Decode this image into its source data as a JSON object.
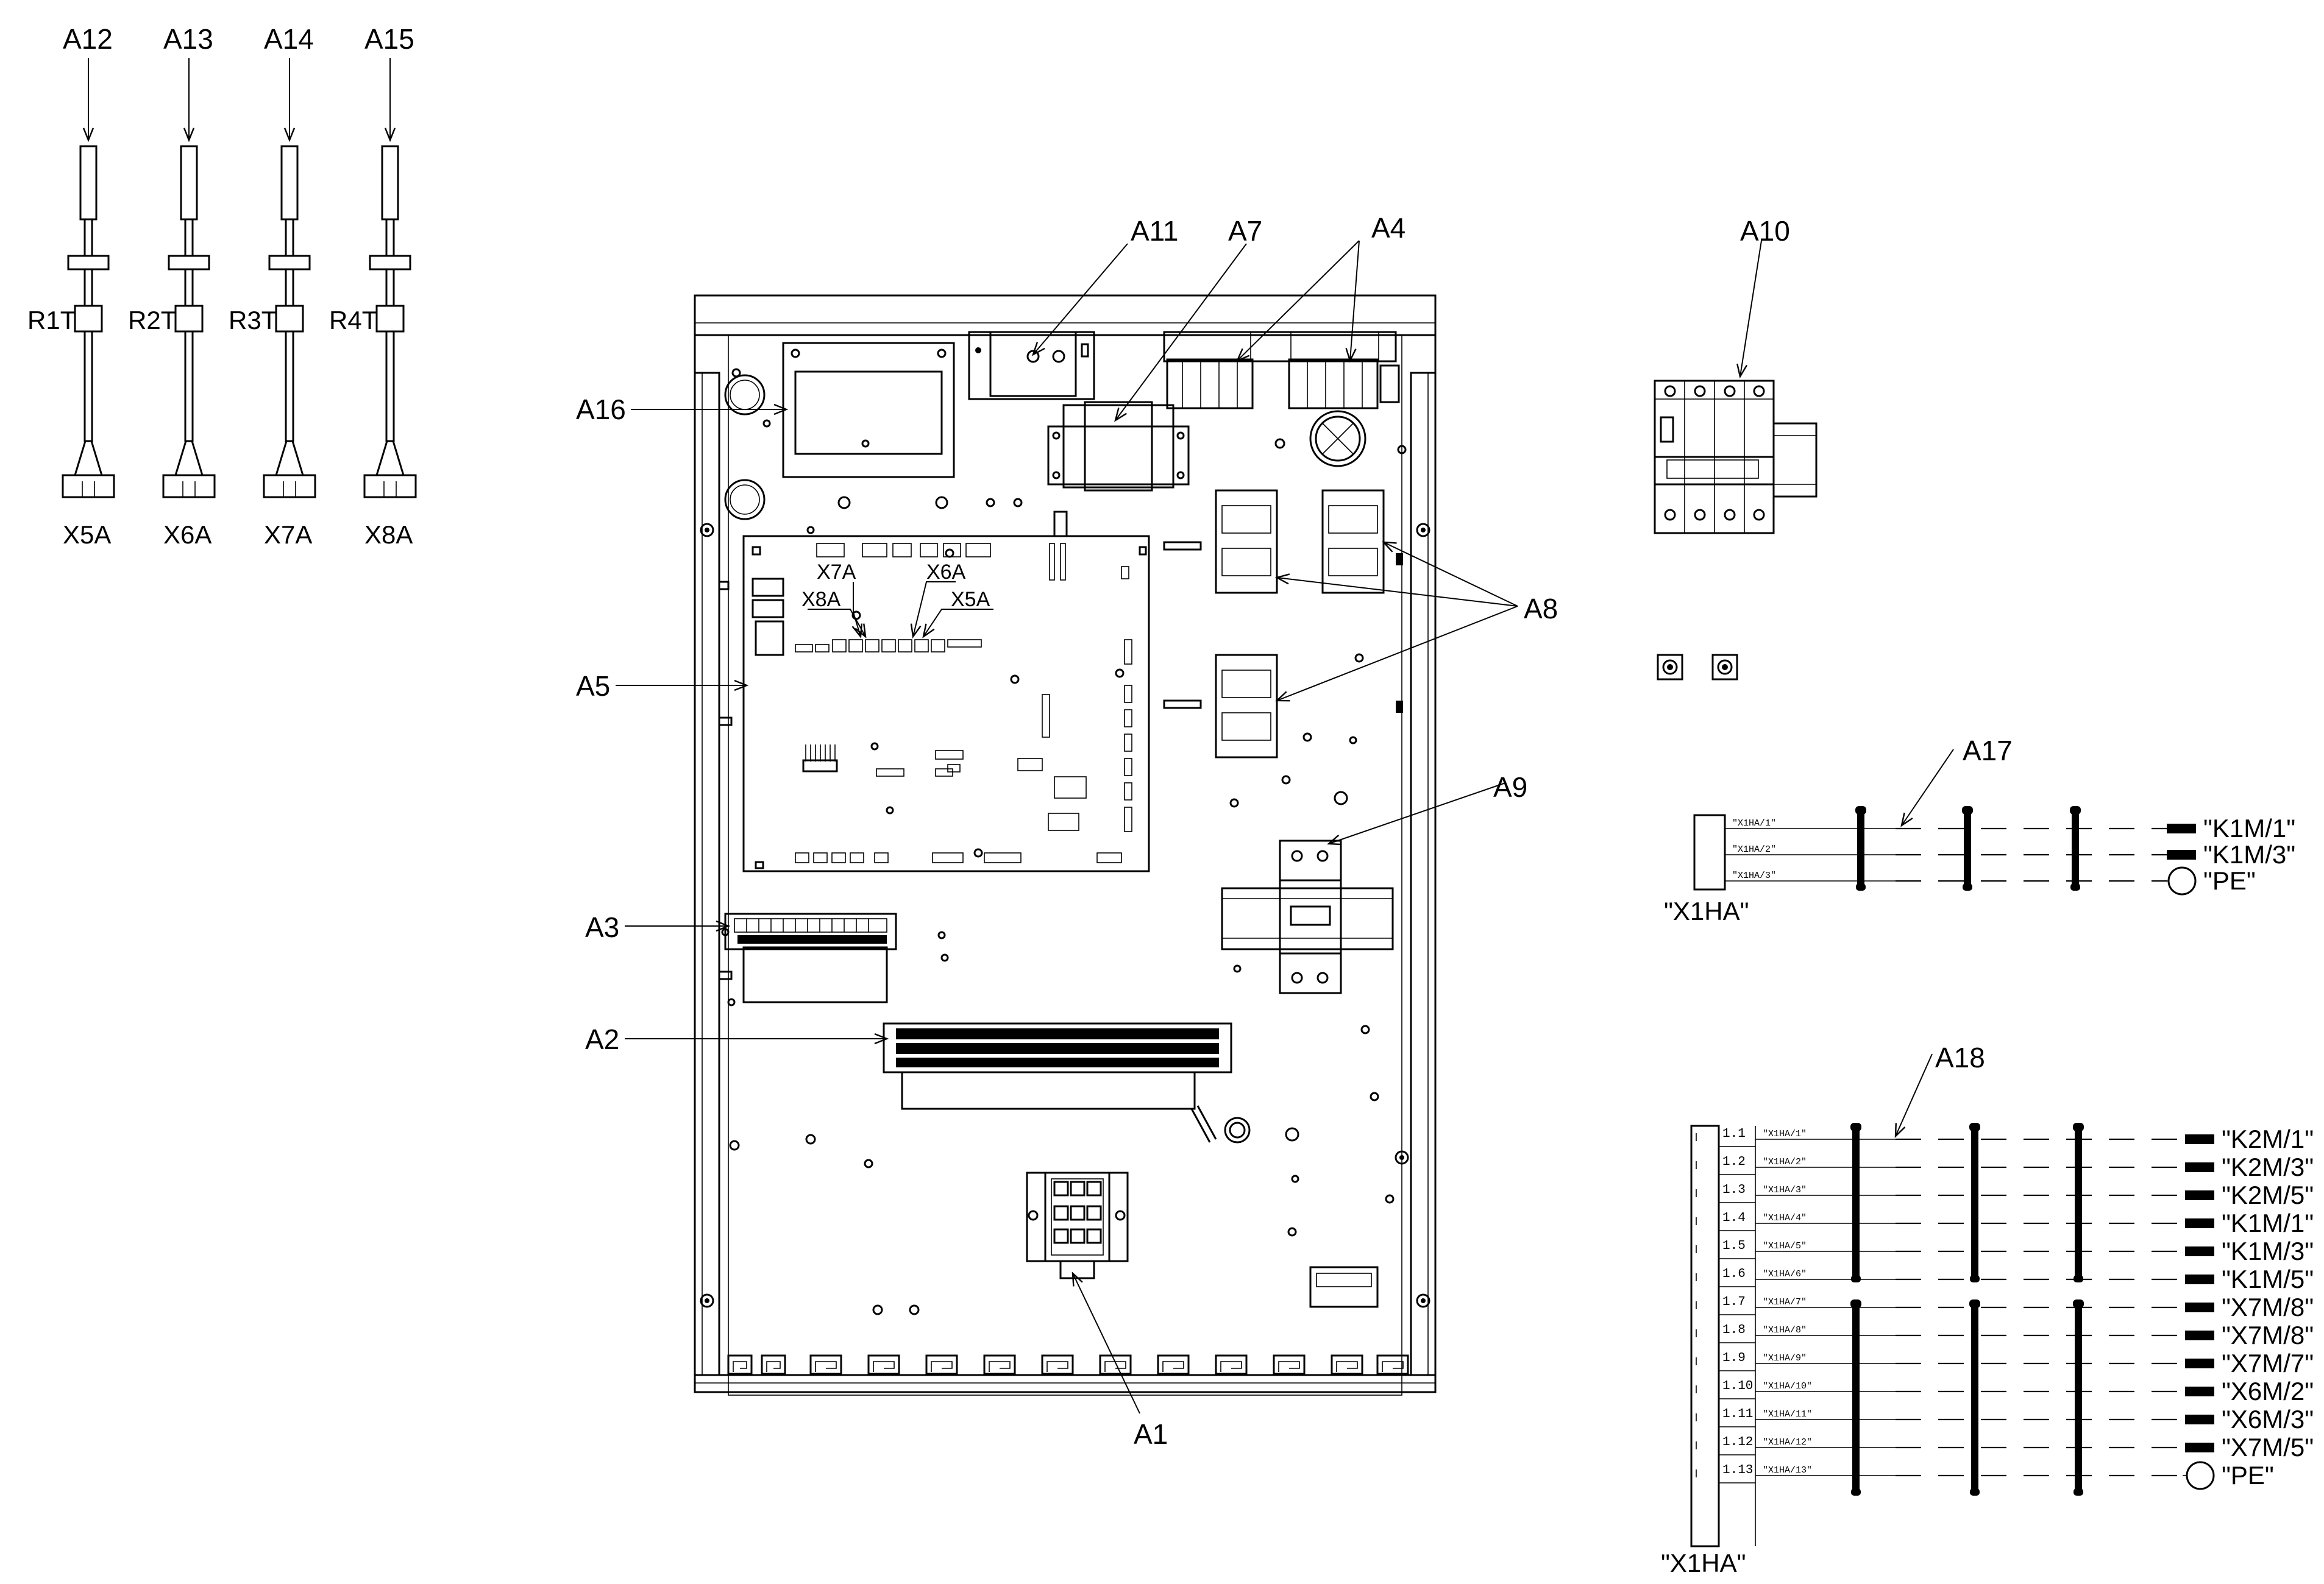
{
  "sensors": [
    {
      "top": "A12",
      "resistor": "R1T",
      "connector": "X5A"
    },
    {
      "top": "A13",
      "resistor": "R2T",
      "connector": "X6A"
    },
    {
      "top": "A14",
      "resistor": "R3T",
      "connector": "X7A"
    },
    {
      "top": "A15",
      "resistor": "R4T",
      "connector": "X8A"
    }
  ],
  "callouts": {
    "a1": "A1",
    "a2": "A2",
    "a3": "A3",
    "a4": "A4",
    "a5": "A5",
    "a7": "A7",
    "a8": "A8",
    "a9": "A9",
    "a10": "A10",
    "a11": "A11",
    "a16": "A16",
    "a17": "A17",
    "a18": "A18"
  },
  "pcb_connectors": {
    "x7a": "X7A",
    "x6a": "X6A",
    "x8a": "X8A",
    "x5a": "X5A"
  },
  "harness_a17": {
    "connector": "\"X1HA\"",
    "rows": [
      {
        "wire": "\"X1HA/1\"",
        "end": "\"K1M/1\"",
        "type": "lug"
      },
      {
        "wire": "\"X1HA/2\"",
        "end": "\"K1M/3\"",
        "type": "lug"
      },
      {
        "wire": "\"X1HA/3\"",
        "end": "\"PE\"",
        "type": "ring"
      }
    ]
  },
  "harness_a18": {
    "connector": "\"X1HA\"",
    "rows": [
      {
        "pos": "1.1",
        "wire": "\"X1HA/1\"",
        "end": "\"K2M/1\"",
        "type": "lug"
      },
      {
        "pos": "1.2",
        "wire": "\"X1HA/2\"",
        "end": "\"K2M/3\"",
        "type": "lug"
      },
      {
        "pos": "1.3",
        "wire": "\"X1HA/3\"",
        "end": "\"K2M/5\"",
        "type": "lug"
      },
      {
        "pos": "1.4",
        "wire": "\"X1HA/4\"",
        "end": "\"K1M/1\"",
        "type": "lug"
      },
      {
        "pos": "1.5",
        "wire": "\"X1HA/5\"",
        "end": "\"K1M/3\"",
        "type": "lug"
      },
      {
        "pos": "1.6",
        "wire": "\"X1HA/6\"",
        "end": "\"K1M/5\"",
        "type": "lug"
      },
      {
        "pos": "1.7",
        "wire": "\"X1HA/7\"",
        "end": "\"X7M/8\"",
        "type": "lug"
      },
      {
        "pos": "1.8",
        "wire": "\"X1HA/8\"",
        "end": "\"X7M/8\"",
        "type": "lug"
      },
      {
        "pos": "1.9",
        "wire": "\"X1HA/9\"",
        "end": "\"X7M/7\"",
        "type": "lug"
      },
      {
        "pos": "1.10",
        "wire": "\"X1HA/10\"",
        "end": "\"X6M/2\"",
        "type": "lug"
      },
      {
        "pos": "1.11",
        "wire": "\"X1HA/11\"",
        "end": "\"X6M/3\"",
        "type": "lug"
      },
      {
        "pos": "1.12",
        "wire": "\"X1HA/12\"",
        "end": "\"X7M/5\"",
        "type": "lug"
      },
      {
        "pos": "1.13",
        "wire": "\"X1HA/13\"",
        "end": "\"PE\"",
        "type": "ring"
      }
    ]
  }
}
